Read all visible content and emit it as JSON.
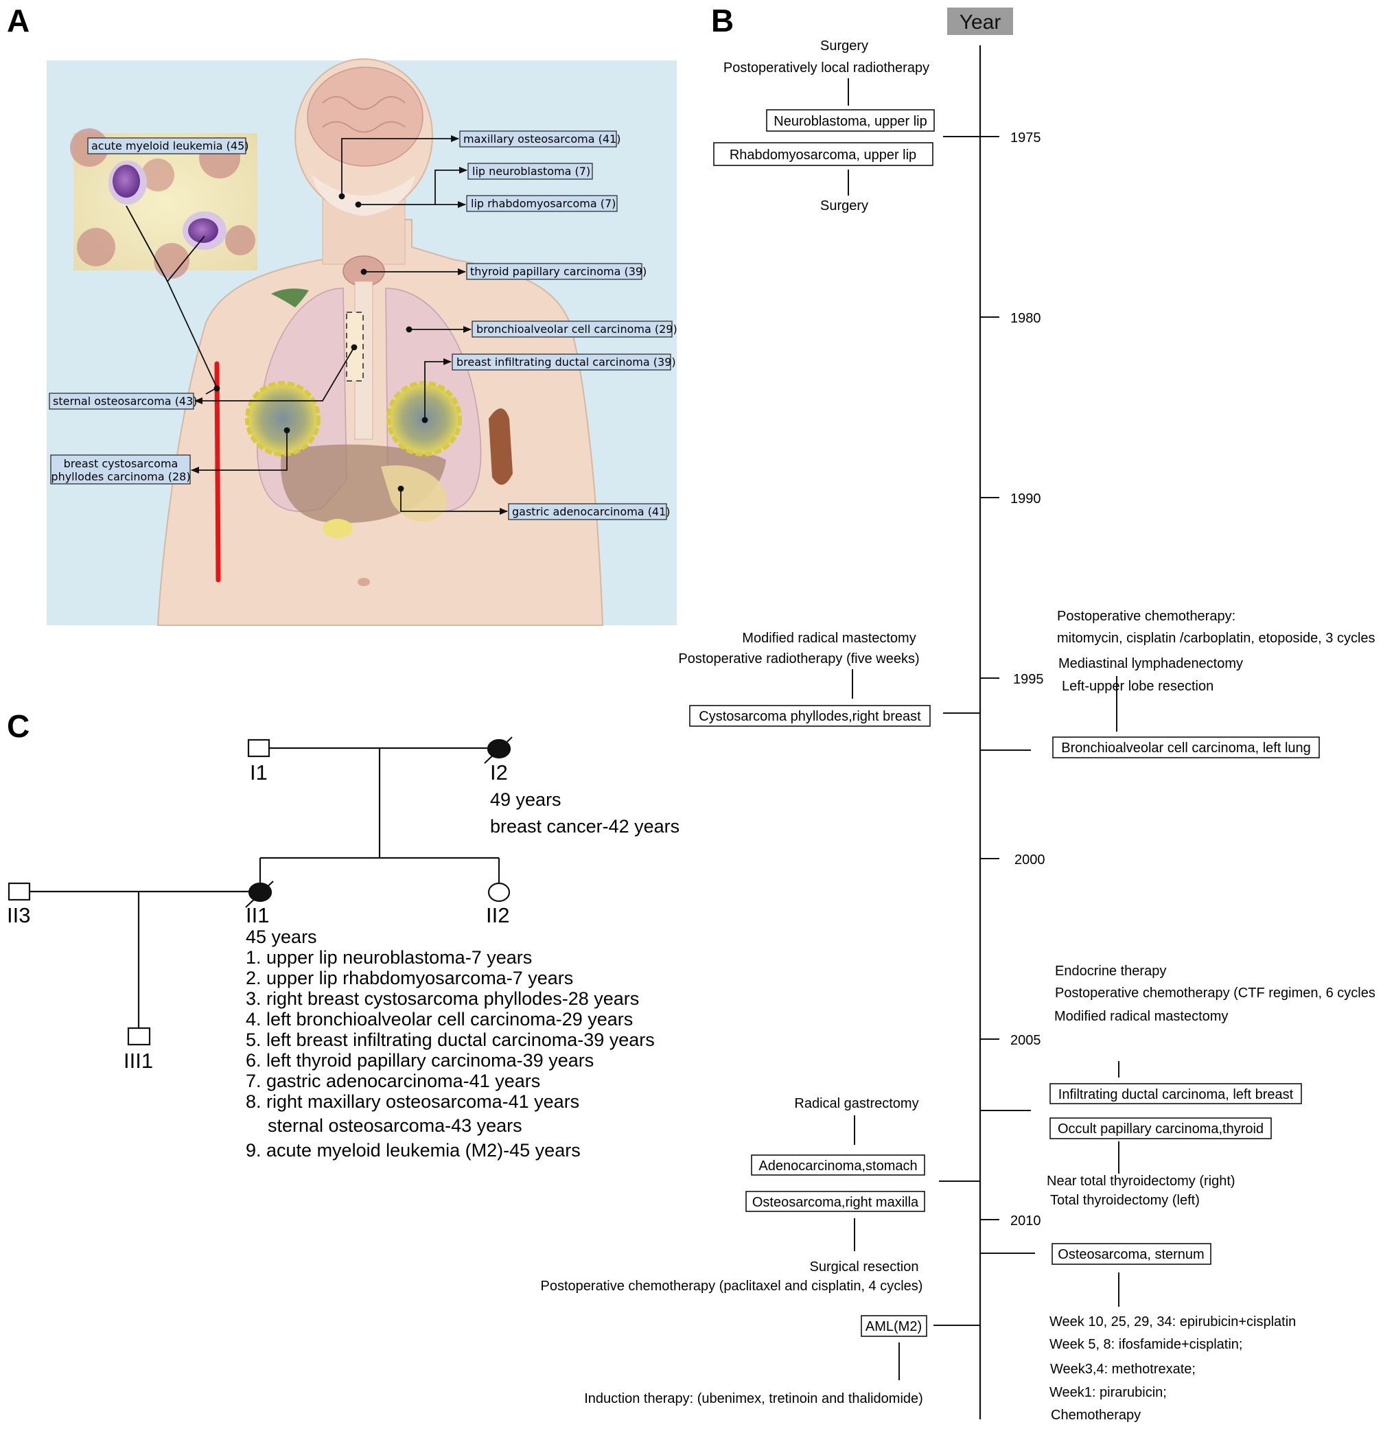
{
  "panels": {
    "a": "A",
    "b": "B",
    "c": "C"
  },
  "panel_a": {
    "labels": {
      "aml": "acute myeloid leukemia (45)",
      "maxillary": "maxillary osteosarcoma (41)",
      "lip_neuro": "lip neuroblastoma (7)",
      "lip_rhabdo": "lip rhabdomyosarcoma (7)",
      "thyroid": "thyroid papillary carcinoma (39)",
      "bronchio": "bronchioalveolar cell carcinoma (29)",
      "breast_ductal": "breast infiltrating ductal carcinoma (39)",
      "sternal": "sternal osteosarcoma (43)",
      "breast_cysto_1": "breast cystosarcoma",
      "breast_cysto_2": "phyllodes carcinoma (28)",
      "gastric": "gastric adenocarcinoma (41)"
    }
  },
  "panel_b": {
    "year_header": "Year",
    "years": [
      "1975",
      "1980",
      "1990",
      "1995",
      "2000",
      "2005",
      "2010"
    ],
    "left": {
      "surgery_top": "Surgery",
      "radiotherapy_local": "Postoperatively local radiotherapy",
      "neuroblastoma_box": "Neuroblastoma, upper lip",
      "rhabdo_box": "Rhabdomyosarcoma, upper lip",
      "surgery_bottom": "Surgery",
      "mastectomy": "Modified radical mastectomy",
      "radiotherapy_five": "Postoperative radiotherapy (five weeks)",
      "cysto_box": "Cystosarcoma phyllodes,right breast",
      "gastrectomy": "Radical gastrectomy",
      "adeno_box": "Adenocarcinoma,stomach",
      "osteo_maxilla_box": "Osteosarcoma,right maxilla",
      "surgical_resection": "Surgical resection",
      "chemo_paclitaxel": "Postoperative chemotherapy (paclitaxel and cisplatin, 4 cycles)",
      "aml_box": "AML(M2)",
      "induction": "Induction therapy: (ubenimex, tretinoin and thalidomide)"
    },
    "right": {
      "chemo_label": "Postoperative chemotherapy:",
      "chemo_drugs": "mitomycin, cisplatin /carboplatin, etoposide, 3 cycles",
      "lymphadenectomy": "Mediastinal lymphadenectomy",
      "lobe_resection": "Left-upper lobe resection",
      "bronchio_box": "Bronchioalveolar cell carcinoma, left lung",
      "endocrine": "Endocrine therapy",
      "chemo_ctf": "Postoperative chemotherapy (CTF regimen, 6 cycles",
      "mastectomy": "Modified radical mastectomy",
      "ductal_box": "Infiltrating ductal carcinoma, left breast",
      "occult_box": "Occult papillary carcinoma,thyroid",
      "thyroidectomy_right": "Near total thyroidectomy (right)",
      "thyroidectomy_left": "Total thyroidectomy (left)",
      "osteo_sternum_box": "Osteosarcoma, sternum",
      "week_10": "Week 10, 25, 29, 34: epirubicin+cisplatin",
      "week_5": "Week 5, 8: ifosfamide+cisplatin;",
      "week_3": "Week3,4: methotrexate;",
      "week_1": "Week1: pirarubicin;",
      "chemotherapy": "Chemotherapy"
    }
  },
  "panel_c": {
    "ids": {
      "i1": "I1",
      "i2": "I2",
      "ii1": "II1",
      "ii2": "II2",
      "ii3": "II3",
      "iii1": "III1"
    },
    "i2_age": "49 years",
    "i2_cancer": "breast cancer-42 years",
    "ii1_age": "45 years",
    "ii1_history": [
      "1. upper lip neuroblastoma-7 years",
      "2. upper lip rhabdomyosarcoma-7 years",
      "3. right breast cystosarcoma phyllodes-28 years",
      "4. left bronchioalveolar cell carcinoma-29 years",
      "5. left breast infiltrating ductal carcinoma-39 years",
      "6. left thyroid papillary carcinoma-39 years",
      "7. gastric adenocarcinoma-41 years",
      "8. right maxillary osteosarcoma-41 years",
      "sternal osteosarcoma-43 years",
      "9. acute myeloid leukemia (M2)-45 years"
    ]
  },
  "colors": {
    "panel_a_bg": "#d7e9f1",
    "label_box_fill": "#c9dcef",
    "year_header_fill": "#9c9c9c",
    "red_line": "#e01818"
  }
}
